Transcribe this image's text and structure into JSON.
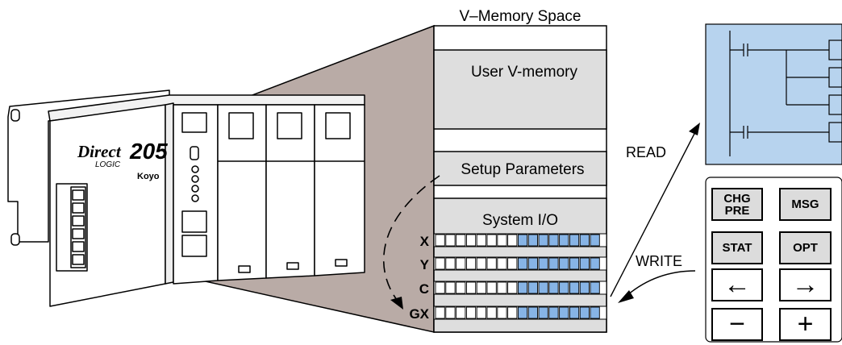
{
  "title": "V–Memory Space",
  "regions": {
    "user": "User V-memory",
    "setup": "Setup Parameters",
    "sysio": "System I/O"
  },
  "io_rows": [
    "X",
    "Y",
    "C",
    "GX"
  ],
  "arrows": {
    "read": "READ",
    "write": "WRITE"
  },
  "plc": {
    "brand": "Direct",
    "model": "205",
    "sub": "LOGIC",
    "maker": "Koyo"
  },
  "keypad": {
    "keys": [
      "CHG PRE",
      "MSG",
      "STAT",
      "OPT",
      "←",
      "→",
      "−",
      "+"
    ]
  },
  "colors": {
    "fill_blue": "#87b4e6",
    "ladder_bg": "#b7d3ee",
    "region_grey": "#dedede",
    "wedge": "#b9aba6"
  }
}
